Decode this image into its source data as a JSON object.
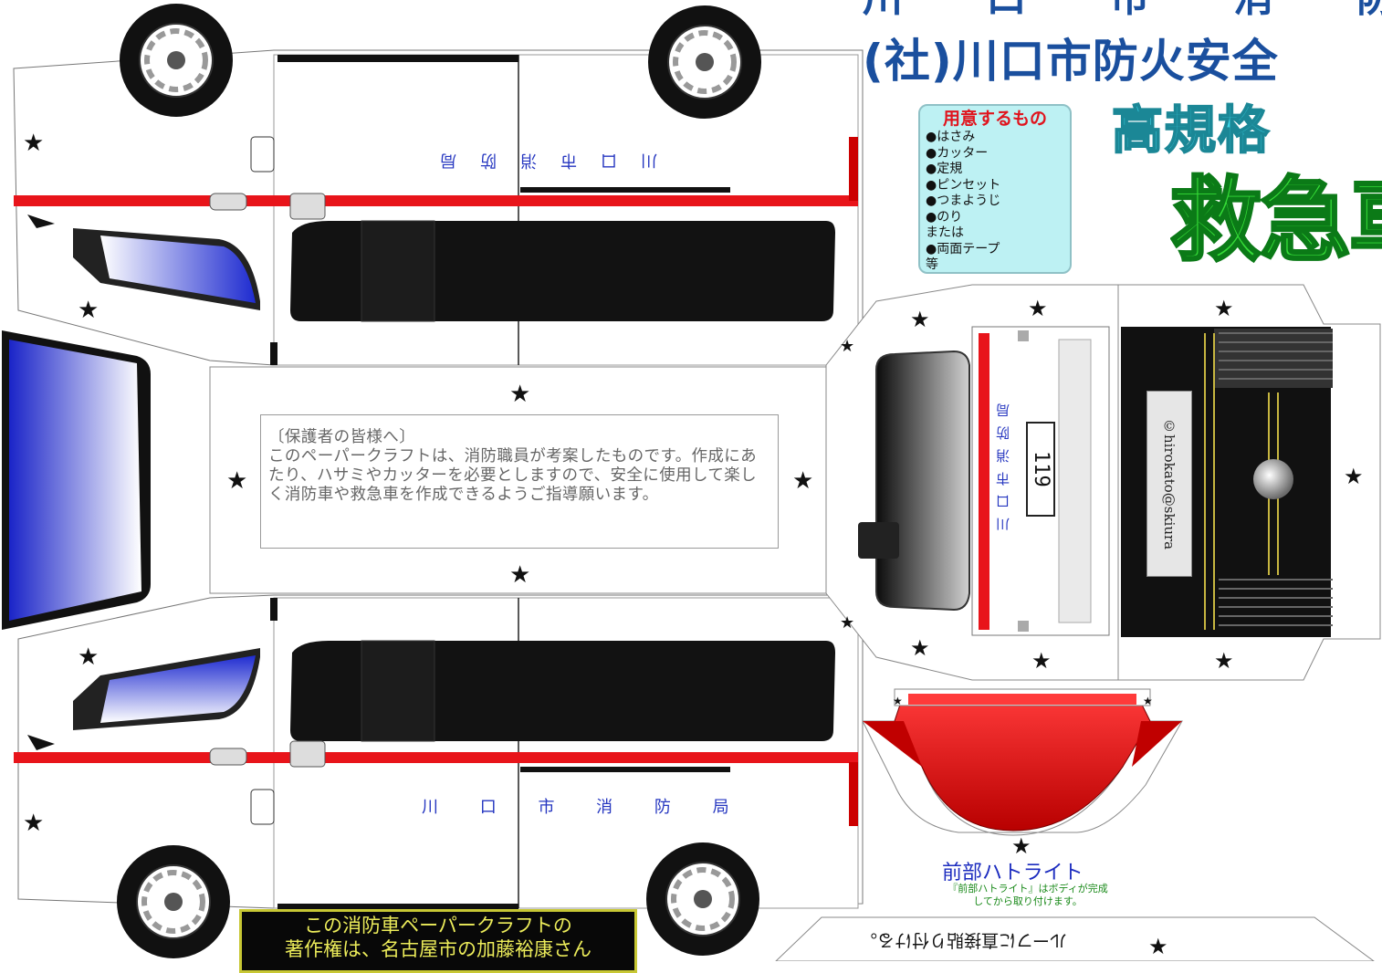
{
  "header": {
    "title_line1": "川 口 市 消 防",
    "title_line2": "(社)川口市防火安全"
  },
  "supplies": {
    "heading": "用意するもの",
    "items": [
      "●はさみ",
      "●カッター",
      "●定規",
      "●ピンセット",
      "●つまようじ",
      "●のり",
      "または",
      "●両面テープ",
      "等"
    ]
  },
  "banner": {
    "grade": "高規格",
    "vehicle": "救急車"
  },
  "notice": {
    "title": "〔保護者の皆様へ〕",
    "body": "このペーパークラフトは、消防職員が考案したものです。作成にあたり、ハサミやカッターを必要としますので、安全に使用して楽しく消防車や救急車を作成できるようご指導願います。"
  },
  "vehicle_text": {
    "side_top_mirrored": "川口市消防局",
    "side_bottom": "川 口 市 消 防 局",
    "front_vertical": "川口市消防局",
    "plate": "119",
    "copyright": "©hirokato@skiura"
  },
  "hat_light": {
    "label": "前部ハトライト",
    "note": "『前部ハトライト』はボディが完成してから取り付けます。"
  },
  "credit": {
    "line1": "この消防車ペーパークラフトの",
    "line2": "著作権は、名古屋市の加藤裕康さん"
  },
  "bottom_instruction": "ルーフに直接貼り付ける。",
  "colors": {
    "stripe_red": "#e8141a",
    "title_blue": "#1a4f9e",
    "window_black": "#121212",
    "grade_cyan": "#3cd7ea",
    "vehicle_green": "#36dd38"
  }
}
